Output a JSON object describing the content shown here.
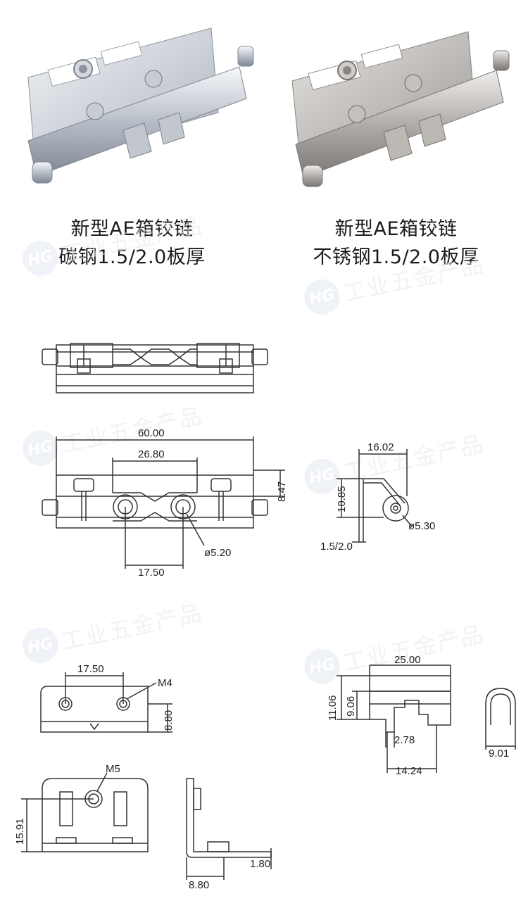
{
  "product_left": {
    "line1": "新型AE箱铰链",
    "line2": "碳钢1.5/2.0板厚"
  },
  "product_right": {
    "line1": "新型AE箱铰链",
    "line2": "不锈钢1.5/2.0板厚"
  },
  "watermark": {
    "logo": "HG",
    "text": "工业五金产品"
  },
  "colors": {
    "carbon_steel": "#c9ced6",
    "stainless_steel": "#b9b7b4",
    "line": "#333333"
  },
  "dimensions": {
    "front_overall_width": "60.00",
    "front_inner_width": "26.80",
    "front_height": "8.47",
    "front_hole_spacing": "17.50",
    "front_hole_dia": "ø5.20",
    "side_width": "16.02",
    "side_height": "10.85",
    "side_pin_dia": "ø5.30",
    "side_thickness": "1.5/2.0",
    "leaf_hole_spacing": "17.50",
    "leaf_thread": "M4",
    "leaf_height": "8.80",
    "bracket_thread": "M5",
    "bracket_height": "15.91",
    "bracket_depth": "8.80",
    "bracket_thickness": "1.80",
    "knuckle_width": "25.00",
    "knuckle_h1": "11.06",
    "knuckle_h2": "9.06",
    "knuckle_gap": "2.78",
    "knuckle_tab": "14.24",
    "clip_width": "9.01"
  }
}
